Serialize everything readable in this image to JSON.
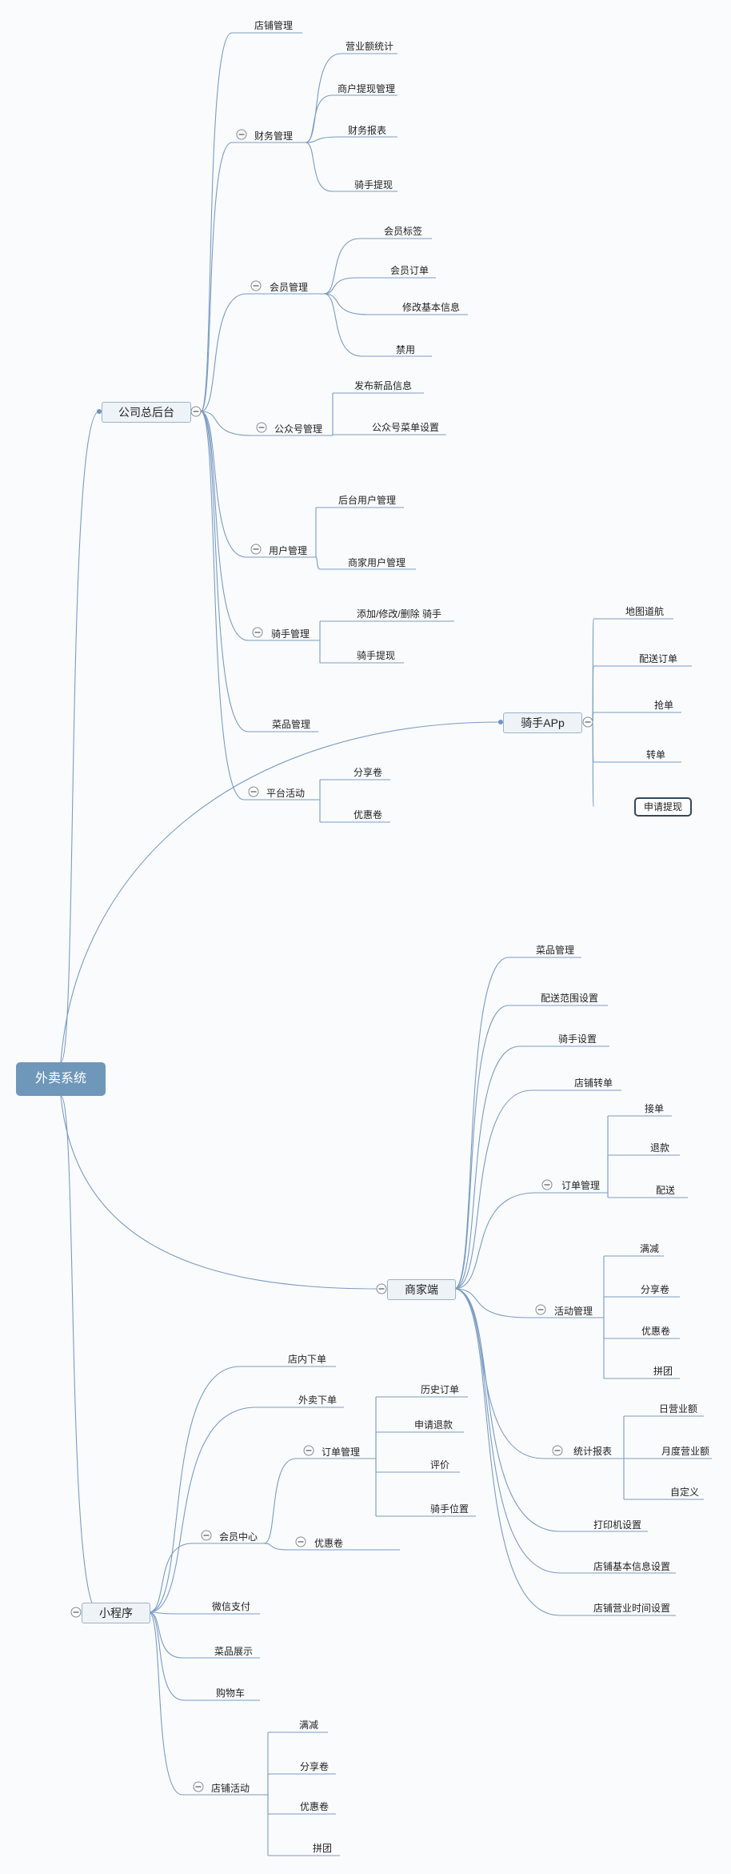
{
  "root": {
    "label": "外卖系统"
  },
  "branches": {
    "company": {
      "label": "公司总后台",
      "store_mgmt": "店铺管理",
      "finance": {
        "label": "财务管理",
        "children": [
          "营业额统计",
          "商户提现管理",
          "财务报表",
          "骑手提现"
        ]
      },
      "member": {
        "label": "会员管理",
        "children": [
          "会员标签",
          "会员订单",
          "修改基本信息",
          "禁用"
        ]
      },
      "official": {
        "label": "公众号管理",
        "children": [
          "发布新品信息",
          "公众号菜单设置"
        ]
      },
      "users": {
        "label": "用户管理",
        "children": [
          "后台用户管理",
          "商家用户管理"
        ]
      },
      "rider": {
        "label": "骑手管理",
        "children": [
          "添加/修改/删除 骑手",
          "骑手提现"
        ]
      },
      "dishes": "菜品管理",
      "platform": {
        "label": "平台活动",
        "children": [
          "分享卷",
          "优惠卷"
        ]
      }
    },
    "rider_app": {
      "label": "骑手APp",
      "children": [
        "地图道航",
        "配送订单",
        "抢单",
        "转单",
        "申请提现"
      ]
    },
    "merchant": {
      "label": "商家端",
      "dishes": "菜品管理",
      "delivery_range": "配送范围设置",
      "rider_settings": "骑手设置",
      "store_transfer": "店铺转单",
      "orders": {
        "label": "订单管理",
        "children": [
          "接单",
          "退款",
          "配送"
        ]
      },
      "activities": {
        "label": "活动管理",
        "children": [
          "满减",
          "分享卷",
          "优惠卷",
          "拼团"
        ]
      },
      "reports": {
        "label": "统计报表",
        "children": [
          "日营业额",
          "月度营业额",
          "自定义"
        ]
      },
      "printer": "打印机设置",
      "store_info": "店铺基本信息设置",
      "store_hours": "店铺营业时间设置"
    },
    "mini": {
      "label": "小程序",
      "dine_in": "店内下单",
      "takeout": "外卖下单",
      "member_center": {
        "label": "会员中心",
        "order_mgmt": {
          "label": "订单管理",
          "children": [
            "历史订单",
            "申请退款",
            "评价",
            "骑手位置"
          ]
        },
        "coupons": "优惠卷"
      },
      "wechat_pay": "微信支付",
      "dish_display": "菜品展示",
      "cart": "购物车",
      "store_activities": {
        "label": "店铺活动",
        "children": [
          "满减",
          "分享卷",
          "优惠卷",
          "拼团"
        ]
      }
    }
  }
}
